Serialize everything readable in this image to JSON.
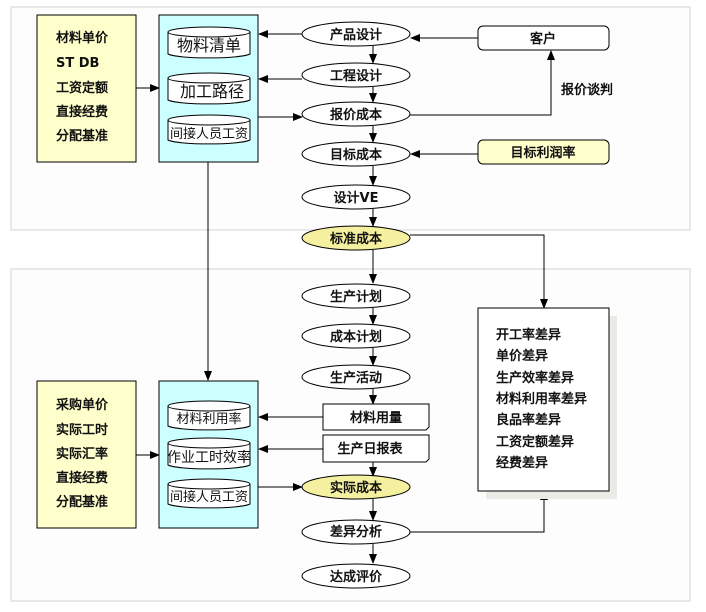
{
  "colors": {
    "input_box_fill": "#ffffcc",
    "db_box_fill": "#ccffff",
    "highlight_ellipse_fill": "#f5f0a0",
    "plain_fill": "#ffffff",
    "line": "#000000",
    "panel_border": "#e8e8e8"
  },
  "top_section": {
    "inputs": [
      "材料单价",
      "ST DB",
      "工资定额",
      "直接经费",
      "分配基准"
    ],
    "databases": [
      "物料清单",
      "加工路径",
      "间接人员工资"
    ],
    "flow": [
      "产品设计",
      "工程设计",
      "报价成本",
      "目标成本",
      "设计VE",
      "标准成本"
    ],
    "customer": "客户",
    "negotiation_label": "报价谈判",
    "target_profit": "目标利润率"
  },
  "bottom_section": {
    "inputs": [
      "采购单价",
      "实际工时",
      "实际汇率",
      "直接经费",
      "分配基准"
    ],
    "databases": [
      "材料利用率",
      "作业工时效率",
      "间接人员工资"
    ],
    "flow": [
      "生产计划",
      "成本计划",
      "生产活动"
    ],
    "documents": [
      "材料用量",
      "生产日报表"
    ],
    "flow2": [
      "实际成本",
      "差异分析",
      "达成评价"
    ],
    "variances": [
      "开工率差异",
      "单价差异",
      "生产效率差异",
      "材料利用率差异",
      "良品率差异",
      "工资定额差异",
      "经费差异"
    ]
  }
}
